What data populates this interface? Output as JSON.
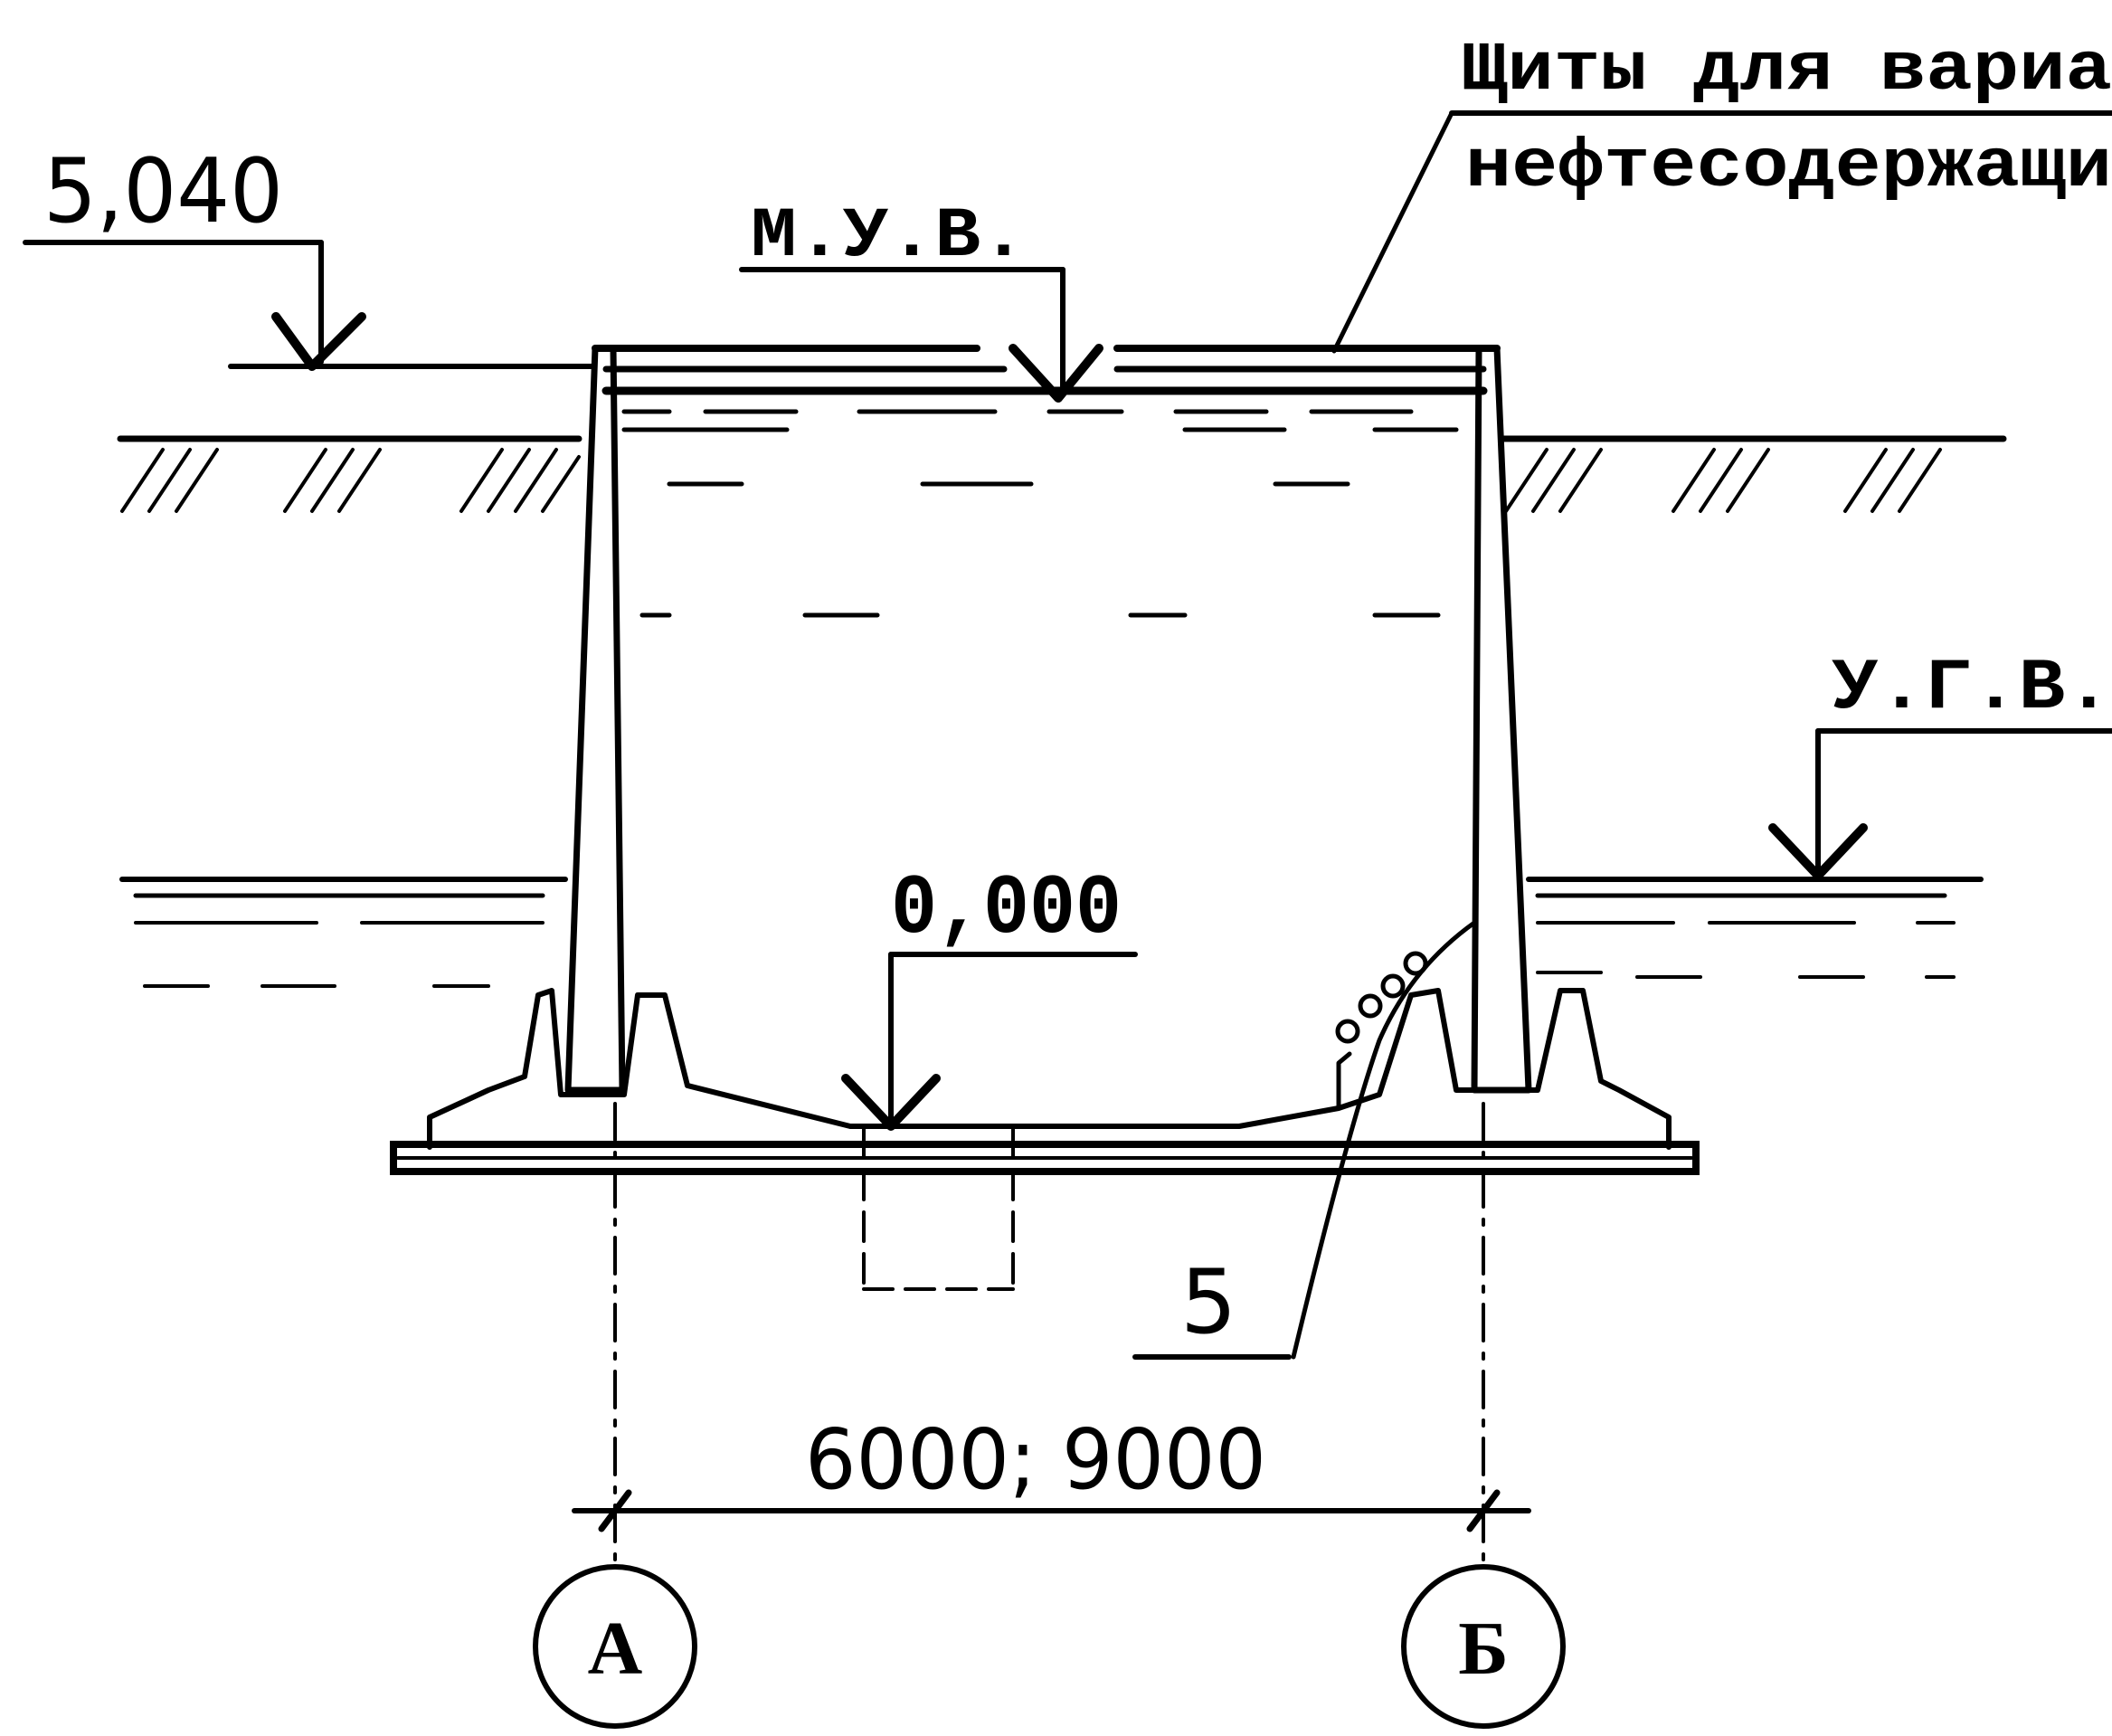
{
  "labels": {
    "elev_top": "5,040",
    "max_water": "М.У.В.",
    "groundwater": "У.Г.В.",
    "elev_bottom": "0,000",
    "callout_5": "5",
    "span": "6000; 9000",
    "axis_a": "А",
    "axis_b": "Б",
    "note_line1": "Щиты для вариа",
    "note_line2": "нефтесодержащи"
  }
}
